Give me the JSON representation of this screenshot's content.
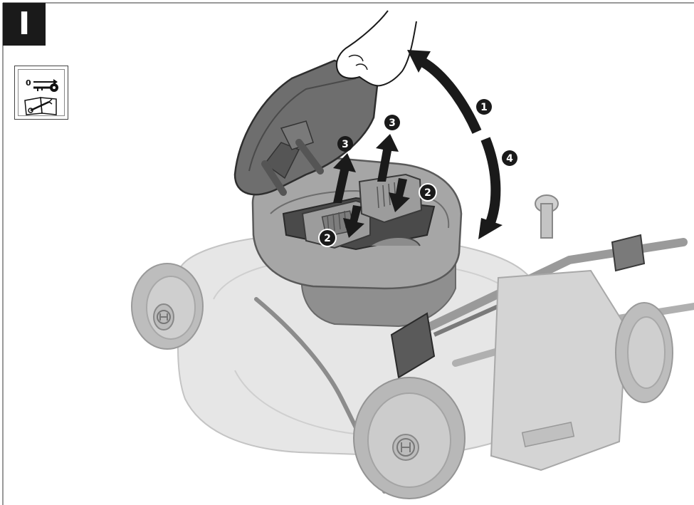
{
  "figure": {
    "step_label": "I",
    "safety_icon": {
      "key_icon": "key-removed-icon",
      "manual_icon": "manual-wrench-icon",
      "zero_label": "0"
    },
    "brand_icon": "bosch-logo-icon",
    "callouts": [
      {
        "id": "c1",
        "label": "1"
      },
      {
        "id": "c2a",
        "label": "2"
      },
      {
        "id": "c2b",
        "label": "2"
      },
      {
        "id": "c3a",
        "label": "3"
      },
      {
        "id": "c3b",
        "label": "3"
      },
      {
        "id": "c4",
        "label": "4"
      }
    ],
    "colors": {
      "outline": "#1a1a1a",
      "mower_body": "#d8d8d8",
      "mower_dark": "#8a8a8a",
      "lid": "#6e6e6e",
      "battery": "#9b9b9b",
      "arrow": "#1a1a1a"
    }
  }
}
